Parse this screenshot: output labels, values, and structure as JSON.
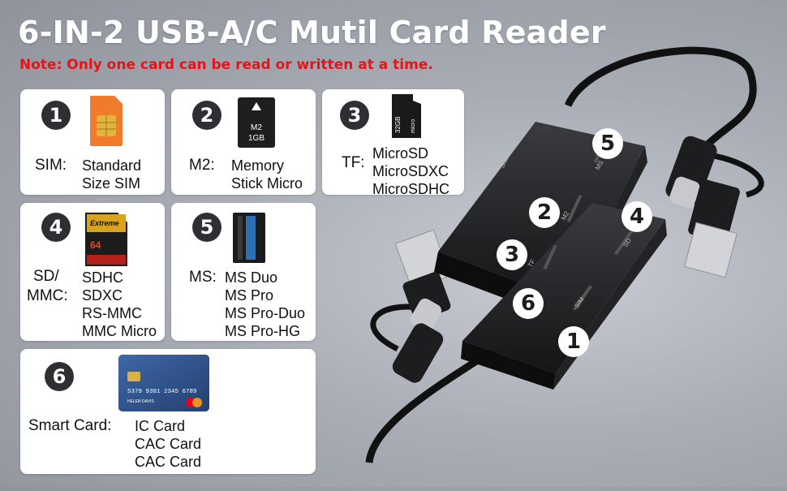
{
  "header": {
    "title": "6-IN-2 USB-A/C Mutil Card Reader",
    "note": "Note: Only one card can be read or written at a time."
  },
  "cards": [
    {
      "num": "1",
      "label": "SIM:",
      "lines": [
        "Standard",
        "Size SIM"
      ],
      "icon": "sim-card-icon"
    },
    {
      "num": "2",
      "label": "M2:",
      "lines": [
        "Memory",
        "Stick Micro"
      ],
      "icon": "m2-card-icon",
      "card_text": "M2 1GB"
    },
    {
      "num": "3",
      "label": "TF:",
      "lines": [
        "MicroSD",
        "MicroSDXC",
        "MicroSDHC"
      ],
      "icon": "microsd-card-icon",
      "card_text": "32GB"
    },
    {
      "num": "4",
      "label_line1": "SD/",
      "label_line2": "MMC:",
      "lines": [
        "SDHC",
        "SDXC",
        "RS-MMC",
        "MMC Micro"
      ],
      "icon": "sd-card-icon",
      "card_text_brand": "Extreme",
      "card_text_size": "64"
    },
    {
      "num": "5",
      "label": "MS:",
      "lines": [
        "MS Duo",
        "MS Pro",
        "MS Pro-Duo",
        "MS Pro-HG"
      ],
      "icon": "ms-duo-card-icon"
    },
    {
      "num": "6",
      "label": "Smart Card:",
      "lines": [
        "IC Card",
        "CAC Card",
        "CAC Card"
      ],
      "icon": "smart-card-icon",
      "card_number": "5379 9301 2345 6789",
      "card_holder": "HELEN DAVIS"
    }
  ],
  "product": {
    "slot_labels": {
      "sim_top": "SIM",
      "ms": "MS",
      "m2": "M2",
      "tf": "TF",
      "sd": "SD",
      "sim_bottom": "SIM"
    },
    "callouts": [
      "5",
      "2",
      "3",
      "6",
      "4",
      "1"
    ]
  },
  "colors": {
    "title": "#ffffff",
    "note": "#e8121b",
    "badge": "#2d2f33",
    "card_bg": "#ffffff"
  }
}
